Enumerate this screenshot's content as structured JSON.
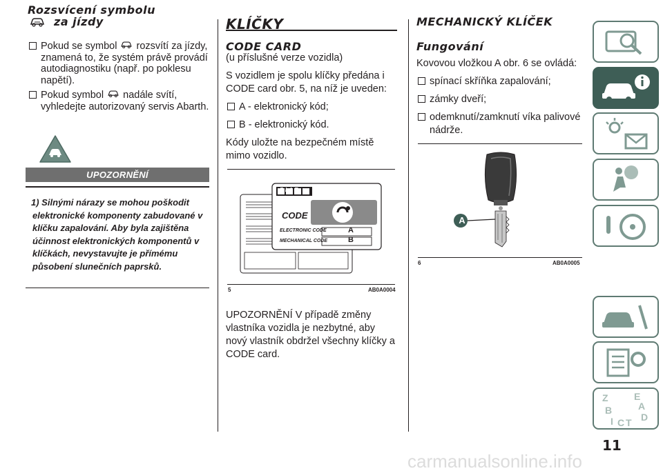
{
  "col1": {
    "title_line1": "Rozsvícení symbolu",
    "title_line2": "za jízdy",
    "bullet1": "Pokud se symbol",
    "bullet1_cont": "rozsvítí za",
    "bullet1_rest": "jízdy, znamená to, že systém právě provádí autodiagnostiku (např. po poklesu napětí).",
    "bullet2": "Pokud symbol",
    "bullet2_cont": "nadále svítí,",
    "bullet2_rest": "vyhledejte autorizovaný servis Abarth.",
    "warning_header": "UPOZORNĚNÍ",
    "warning_text": "1) Silnými nárazy se mohou poškodit elektronické komponenty zabudované v klíčku zapalování. Aby byla zajištěna účinnost elektronických komponentů v klíčkách, nevystavujte je přímému působení slunečních paprsků."
  },
  "col2": {
    "title": "KLÍČKY",
    "subtitle": "CODE CARD",
    "paren": "(u příslušné verze vozidla)",
    "p1": "S vozidlem je spolu klíčky předána i CODE card obr. 5, na níž je uveden:",
    "bullet_a": "A - elektronický kód;",
    "bullet_b": "B - elektronický kód.",
    "p2": "Kódy uložte na bezpečném místě mimo vozidlo.",
    "fig_num": "5",
    "fig_code": "AB0A0004",
    "card_brand": "FIAT",
    "card_code": "CODE",
    "card_electronic": "ELECTRONIC CODE",
    "card_mechanical": "MECHANICAL CODE",
    "card_a": "A",
    "card_b": "B",
    "p3": "UPOZORNĚNÍ V případě změny vlastníka vozidla je nezbytné, aby nový vlastník obdržel všechny klíčky a CODE card."
  },
  "col3": {
    "title": "MECHANICKÝ KLÍČEK",
    "subtitle": "Fungování",
    "p1": "Kovovou vložkou A obr. 6 se ovládá:",
    "b1": "spínací skříňka zapalování;",
    "b2": "zámky dveří;",
    "b3": "odemknutí/zamknutí víka palivové nádrže.",
    "fig_num": "6",
    "fig_code": "AB0A0005",
    "callout": "A"
  },
  "page_number": "11",
  "watermark": "carmanualsonline.info",
  "colors": {
    "sidebar_accent": "#3e5e56",
    "sidebar_border": "#5e7a72",
    "text": "#231f20"
  }
}
